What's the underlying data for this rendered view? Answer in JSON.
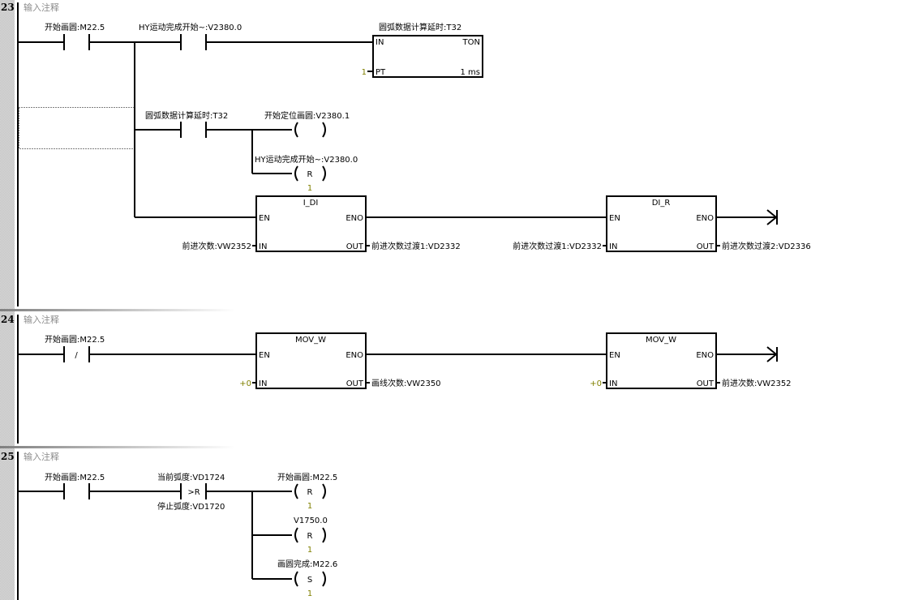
{
  "networks": [
    {
      "number": "23",
      "comment": "输入注释",
      "contacts": [
        {
          "label": "开始画圆:M22.5",
          "type": "NO"
        },
        {
          "label": "HY运动完成开始~:V2380.0",
          "type": "NO"
        },
        {
          "label": "圆弧数据计算延时:T32",
          "type": "NO"
        }
      ],
      "timer": {
        "name": "圆弧数据计算延时:T32",
        "type": "TON",
        "in_pin": "IN",
        "pt_pin": "PT",
        "pt_value": "1",
        "resolution": "1 ms"
      },
      "coils": [
        {
          "label": "开始定位画圆:V2380.1",
          "op": ""
        },
        {
          "label": "HY运动完成开始~:V2380.0",
          "op": "R",
          "count": "1"
        }
      ],
      "boxes": [
        {
          "title": "I_DI",
          "en": "EN",
          "eno": "ENO",
          "in": "IN",
          "out": "OUT",
          "in_value": "前进次数:VW2352",
          "out_value": "前进次数过渡1:VD2332"
        },
        {
          "title": "DI_R",
          "en": "EN",
          "eno": "ENO",
          "in": "IN",
          "out": "OUT",
          "in_value": "前进次数过渡1:VD2332",
          "out_value": "前进次数过渡2:VD2336"
        }
      ]
    },
    {
      "number": "24",
      "comment": "输入注释",
      "contacts": [
        {
          "label": "开始画圆:M22.5",
          "type": "NC",
          "symbol": "/"
        }
      ],
      "boxes": [
        {
          "title": "MOV_W",
          "en": "EN",
          "eno": "ENO",
          "in": "IN",
          "out": "OUT",
          "in_value": "+0",
          "out_value": "画线次数:VW2350"
        },
        {
          "title": "MOV_W",
          "en": "EN",
          "eno": "ENO",
          "in": "IN",
          "out": "OUT",
          "in_value": "+0",
          "out_value": "前进次数:VW2352"
        }
      ]
    },
    {
      "number": "25",
      "comment": "输入注释",
      "contacts": [
        {
          "label": "开始画圆:M22.5",
          "type": "NO"
        }
      ],
      "compare": {
        "top": "当前弧度:VD1724",
        "op": ">R",
        "bottom": "停止弧度:VD1720"
      },
      "coils": [
        {
          "label": "开始画圆:M22.5",
          "op": "R",
          "count": "1"
        },
        {
          "label": "V1750.0",
          "op": "R",
          "count": "1"
        },
        {
          "label": "画圆完成:M22.6",
          "op": "S",
          "count": "1"
        }
      ]
    }
  ]
}
